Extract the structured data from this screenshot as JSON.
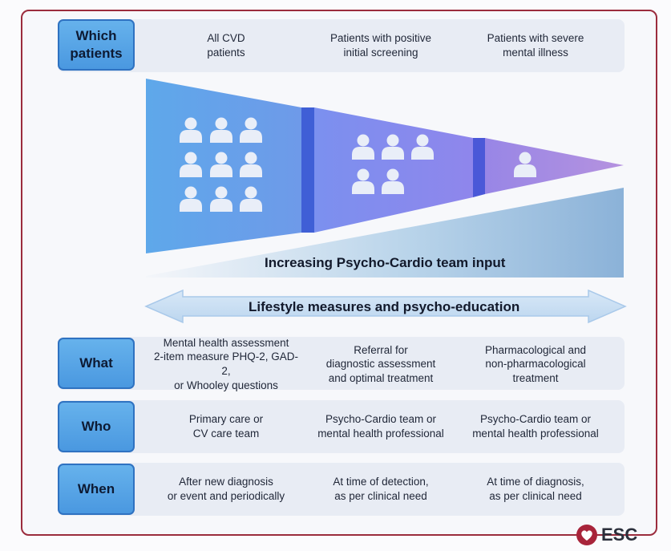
{
  "rows": {
    "which": {
      "label": "Which patients",
      "cells": [
        "All CVD\npatients",
        "Patients with positive\ninitial screening",
        "Patients with severe\nmental illness"
      ]
    },
    "what": {
      "label": "What",
      "cells": [
        "Mental health assessment\n2-item measure PHQ-2, GAD-2,\nor Whooley questions",
        "Referral for\ndiagnostic assessment\nand optimal treatment",
        "Pharmacological and\nnon-pharmacological\ntreatment"
      ]
    },
    "who": {
      "label": "Who",
      "cells": [
        "Primary care or\nCV care team",
        "Psycho-Cardio team or\nmental health professional",
        "Psycho-Cardio team or\nmental health professional"
      ]
    },
    "when": {
      "label": "When",
      "cells": [
        "After new diagnosis\nor event and periodically",
        "At time of detection,\nas per clinical need",
        "At time of diagnosis,\nas per clinical need"
      ]
    }
  },
  "funnel": {
    "segments": [
      {
        "patients": 9,
        "color_top": "#63aaea",
        "color_bottom": "#6c9ee8"
      },
      {
        "patients": 5,
        "color_top": "#7a8ff0",
        "color_bottom": "#8a88ee"
      },
      {
        "patients": 1,
        "color_top": "#9a86e6",
        "color_bottom": "#b38ee0"
      }
    ]
  },
  "team_input_label": "Increasing Psycho-Cardio team input",
  "lifestyle_label": "Lifestyle measures and psycho-education",
  "logo": {
    "text": "ESC",
    "color": "#a8243a"
  }
}
